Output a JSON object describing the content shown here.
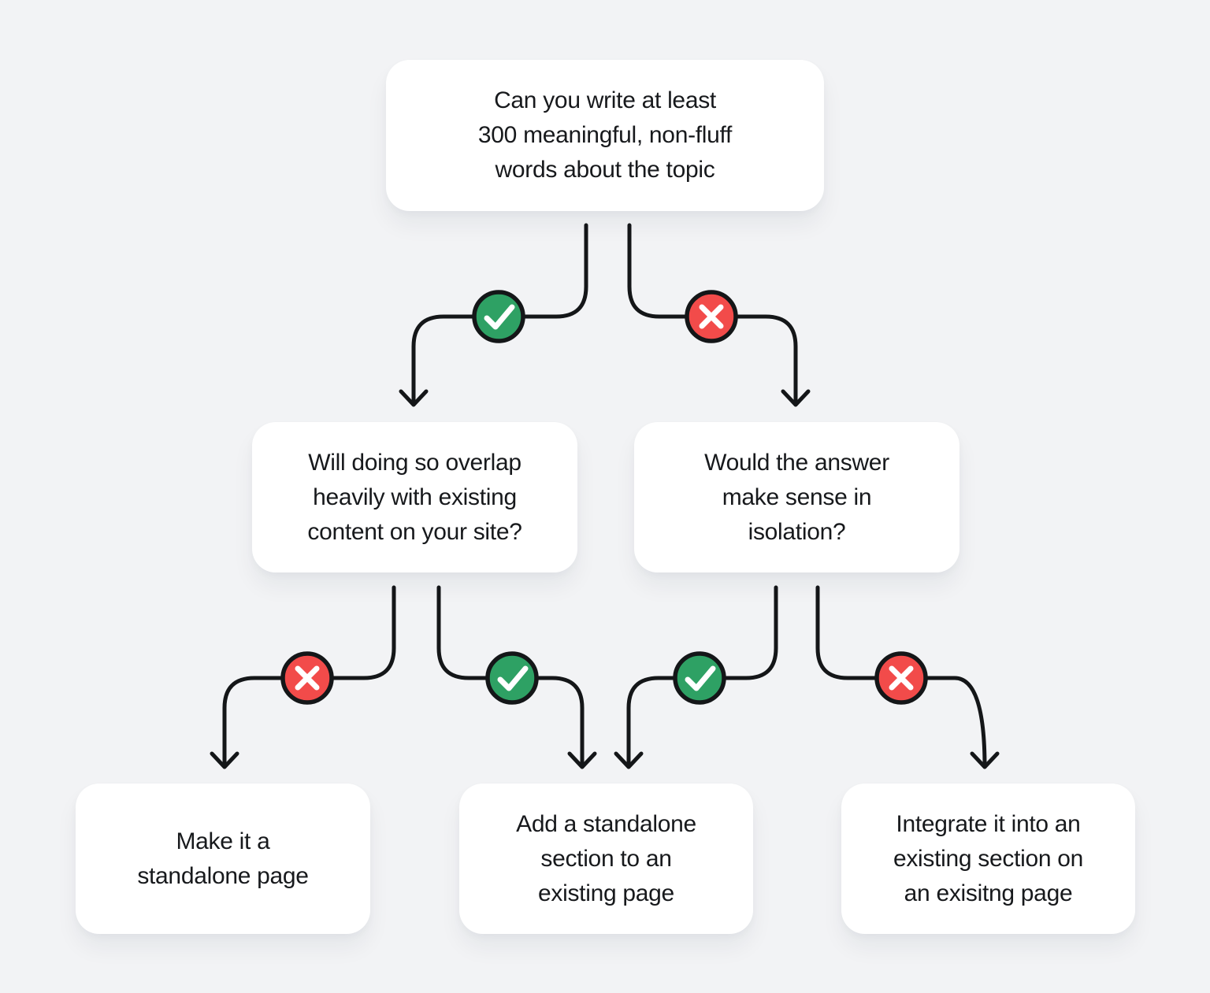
{
  "colors": {
    "background": "#f2f3f5",
    "card": "#ffffff",
    "ink": "#141618",
    "text": "#17191c",
    "yes": "#2ea164",
    "no": "#f24b4a",
    "glyph": "#ffffff"
  },
  "nodes": {
    "root": {
      "label": "Can you write at least\n300 meaningful, non-fluff\nwords about the topic"
    },
    "overlap": {
      "label": "Will doing so overlap\nheavily with existing\ncontent on your site?"
    },
    "isolation": {
      "label": "Would the answer\nmake sense in\nisolation?"
    },
    "standalone_page": {
      "label": "Make it a\nstandalone page"
    },
    "standalone_section": {
      "label": "Add a standalone\nsection to an\nexisting page"
    },
    "integrate": {
      "label": "Integrate it into an\nexisting section on\nan exisitng page"
    }
  },
  "edges": [
    {
      "from": "root",
      "answer": "yes",
      "to": "overlap"
    },
    {
      "from": "root",
      "answer": "no",
      "to": "isolation"
    },
    {
      "from": "overlap",
      "answer": "no",
      "to": "standalone_page"
    },
    {
      "from": "overlap",
      "answer": "yes",
      "to": "standalone_section"
    },
    {
      "from": "isolation",
      "answer": "yes",
      "to": "standalone_section"
    },
    {
      "from": "isolation",
      "answer": "no",
      "to": "integrate"
    }
  ]
}
